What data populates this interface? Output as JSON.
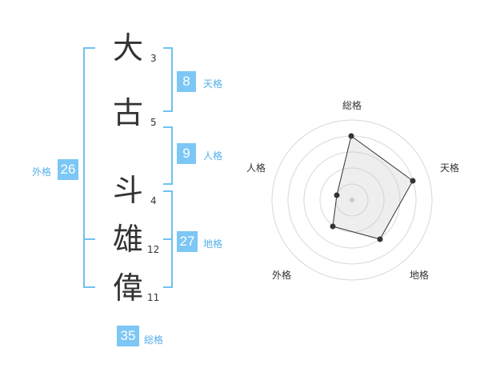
{
  "name_chars": [
    {
      "char": "大",
      "strokes": "3"
    },
    {
      "char": "古",
      "strokes": "5"
    },
    {
      "char": "斗",
      "strokes": "4"
    },
    {
      "char": "雄",
      "strokes": "12"
    },
    {
      "char": "偉",
      "strokes": "11"
    }
  ],
  "fortunes": {
    "tenkaku": {
      "value": "8",
      "label": "天格"
    },
    "jinkaku": {
      "value": "9",
      "label": "人格"
    },
    "chikaku": {
      "value": "27",
      "label": "地格"
    },
    "gaikaku": {
      "value": "26",
      "label": "外格"
    },
    "soukaku": {
      "value": "35",
      "label": "総格"
    }
  },
  "radar": {
    "labels": {
      "top": "総格",
      "right": "天格",
      "bottom_right": "地格",
      "bottom_left": "外格",
      "left": "人格"
    }
  },
  "colors": {
    "accent": "#7cc7f5",
    "bracket": "#6fc1f2",
    "label": "#55b0ea"
  }
}
